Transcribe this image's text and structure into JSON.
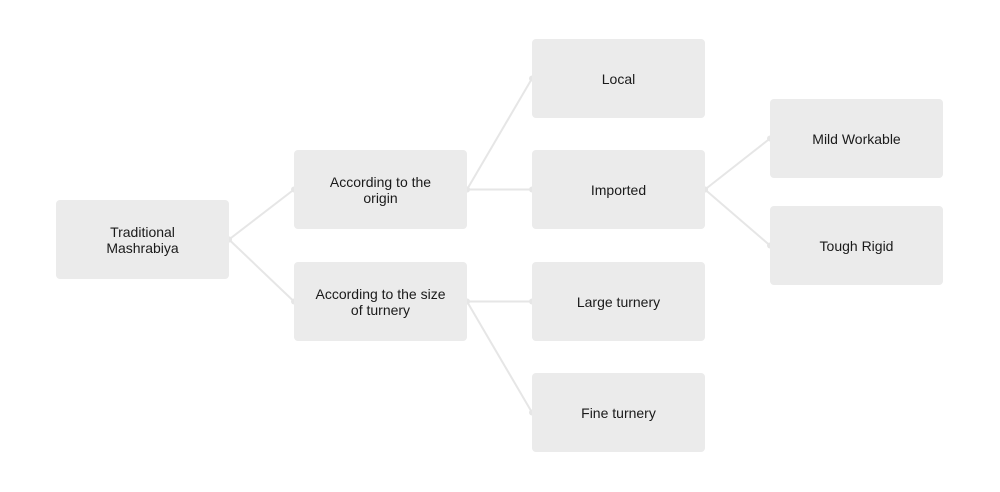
{
  "diagram": {
    "nodes": {
      "root": {
        "label": "Traditional Mashrabiya"
      },
      "origin": {
        "label": "According to the origin"
      },
      "size": {
        "label": "According to the size of turnery"
      },
      "local": {
        "label": "Local"
      },
      "imported": {
        "label": "Imported"
      },
      "large": {
        "label": "Large turnery"
      },
      "fine": {
        "label": "Fine turnery"
      },
      "mild": {
        "label": "Mild Workable"
      },
      "tough": {
        "label": "Tough Rigid"
      }
    },
    "edges": [
      {
        "from": "root",
        "to": "origin"
      },
      {
        "from": "root",
        "to": "size"
      },
      {
        "from": "origin",
        "to": "local"
      },
      {
        "from": "origin",
        "to": "imported"
      },
      {
        "from": "size",
        "to": "large"
      },
      {
        "from": "size",
        "to": "fine"
      },
      {
        "from": "imported",
        "to": "mild"
      },
      {
        "from": "imported",
        "to": "tough"
      }
    ],
    "colors": {
      "node_fill": "#ebebeb",
      "connector": "#e6e6e6",
      "text": "#1a1a1a",
      "background": "#ffffff"
    }
  }
}
